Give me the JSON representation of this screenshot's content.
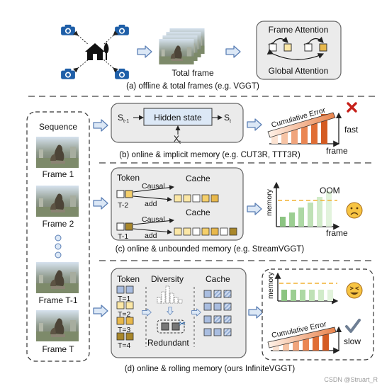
{
  "panel_a": {
    "center_label": "Total frame",
    "attention_top": "Frame Attention",
    "attention_bottom": "Global Attention",
    "caption": "(a) offline & total frames (e.g. VGGT)"
  },
  "panel_b": {
    "input_left": "S",
    "input_left_sub": "t-1",
    "box_label": "Hidden state",
    "output": "S",
    "output_sub": "t",
    "input_bottom": "X",
    "input_bottom_sub": "t",
    "curve_label": "Cumulative Error",
    "speed_label": "fast",
    "axis_x": "frame",
    "caption": "(b) online & implicit memory (e.g. CUT3R, TTT3R)"
  },
  "sequence": {
    "title": "Sequence",
    "frames": [
      "Frame 1",
      "Frame 2",
      "Frame T-1",
      "Frame T"
    ]
  },
  "panel_c": {
    "token_label": "Token",
    "cache_label": "Cache",
    "causal_label": "Causal",
    "add_label": "add",
    "step1_label": "T-2",
    "step2_label": "T-1",
    "axis_y": "memory",
    "axis_x": "frame",
    "oom_label": "OOM",
    "caption": "(c) online & unbounded memory (e.g. StreamVGGT)"
  },
  "panel_d": {
    "token_label": "Token",
    "diversity_label": "Diversity",
    "cache_label": "Cache",
    "redundant_label": "Redundant",
    "steps": [
      "T=1",
      "T=2",
      "T=3",
      "T=4"
    ],
    "axis_y": "memory",
    "curve_label": "Cumulative Error",
    "speed_label": "slow",
    "caption": "(d) online & rolling memory (ours InfiniteVGGT)"
  },
  "watermark": "CSDN @Struart_R",
  "colors": {
    "panel_bg": "#ebebeb",
    "panel_stroke": "#666666",
    "arrow_fill": "#dce8f6",
    "arrow_stroke": "#5b7fb5",
    "camera": "#1f5fa8",
    "token_yellow": "#fbe7a6",
    "token_gold": "#e8b84b",
    "token_brown": "#a9872a",
    "token_blue": "#a9bde0",
    "bar_green": "#a9d6a0",
    "oom_line": "#f2b233",
    "error_orange": "#e9824a",
    "cross_red": "#c6201a"
  }
}
